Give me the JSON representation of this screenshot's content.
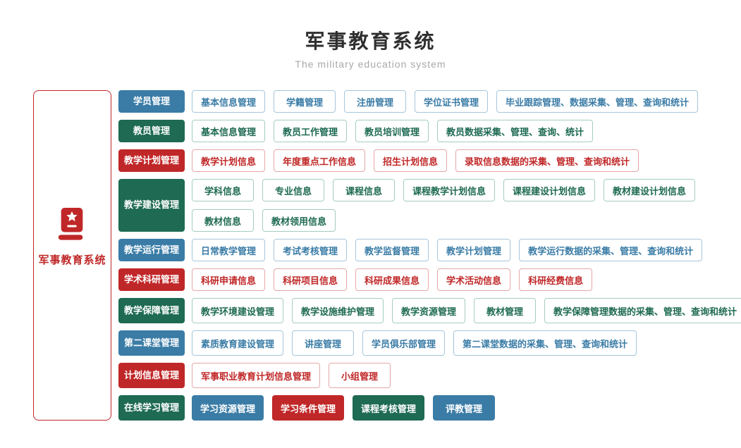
{
  "header": {
    "title": "军事教育系统",
    "subtitle": "The military education system"
  },
  "sidebar": {
    "label": "军事教育系统",
    "icon": "book-star-icon"
  },
  "palette": {
    "blue": "#3a7ca6",
    "green": "#1e6a52",
    "red": "#c02728",
    "blue_border": "#a6c6db",
    "green_border": "#a5cdbf",
    "red_border": "#e6a7a7"
  },
  "rows": [
    {
      "category": "学员管理",
      "color": "blue",
      "variant": "outline",
      "lines": [
        [
          "基本信息管理",
          "学籍管理",
          "注册管理",
          "学位证书管理",
          "毕业跟踪管理、数据采集、管理、查询和统计"
        ]
      ]
    },
    {
      "category": "教员管理",
      "color": "green",
      "variant": "outline",
      "lines": [
        [
          "基本信息管理",
          "教员工作管理",
          "教员培训管理",
          "教员数据采集、管理、查询、统计"
        ]
      ]
    },
    {
      "category": "教学计划管理",
      "color": "red",
      "variant": "outline",
      "lines": [
        [
          "教学计划信息",
          "年度重点工作信息",
          "招生计划信息",
          "录取信息数据的采集、管理、查询和统计"
        ]
      ]
    },
    {
      "category": "教学建设管理",
      "color": "green",
      "variant": "outline",
      "lines": [
        [
          "学科信息",
          "专业信息",
          "课程信息",
          "课程教学计划信息",
          "课程建设计划信息",
          "教材建设计划信息"
        ],
        [
          "教材信息",
          "教材领用信息"
        ]
      ]
    },
    {
      "category": "教学运行管理",
      "color": "blue",
      "variant": "outline",
      "lines": [
        [
          "日常教学管理",
          "考试考核管理",
          "教学监督管理",
          "教学计划管理",
          "教学运行数据的采集、管理、查询和统计"
        ]
      ]
    },
    {
      "category": "学术科研管理",
      "color": "red",
      "variant": "outline",
      "lines": [
        [
          "科研申请信息",
          "科研项目信息",
          "科研成果信息",
          "学术活动信息",
          "科研经费信息"
        ]
      ]
    },
    {
      "category": "教学保障管理",
      "color": "green",
      "variant": "outline",
      "lines": [
        [
          "教学环境建设管理",
          "教学设施维护管理",
          "教学资源管理",
          "教材管理",
          "教学保障管理数据的采集、管理、查询和统计"
        ]
      ]
    },
    {
      "category": "第二课堂管理",
      "color": "blue",
      "variant": "outline",
      "lines": [
        [
          "素质教育建设管理",
          "讲座管理",
          "学员俱乐部管理",
          "第二课堂数据的采集、管理、查询和统计"
        ]
      ]
    },
    {
      "category": "计划信息管理",
      "color": "red",
      "variant": "outline",
      "lines": [
        [
          "军事职业教育计划信息管理",
          "小组管理"
        ]
      ]
    },
    {
      "category": "在线学习管理",
      "color": "green",
      "variant": "solid",
      "lines": [
        [
          {
            "label": "学习资源管理",
            "color": "blue"
          },
          {
            "label": "学习条件管理",
            "color": "red"
          },
          {
            "label": "课程考核管理",
            "color": "green"
          },
          {
            "label": "评教管理",
            "color": "blue"
          }
        ]
      ]
    }
  ]
}
